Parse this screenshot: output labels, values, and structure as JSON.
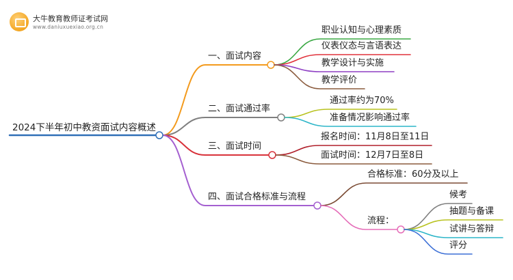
{
  "logo": {
    "title": "大牛教育教师证考试网",
    "subtitle": "www.daniuxuexiao.org.cn"
  },
  "mindmap": {
    "root": "2024下半年初中教资面试内容概述",
    "branches": [
      {
        "label": "一、面试内容",
        "color": "#f39a1c",
        "children": [
          {
            "label": "职业认知与心理素质",
            "color": "#3aa843"
          },
          {
            "label": "仪表仪态与言语表达",
            "color": "#e0303a"
          },
          {
            "label": "教学设计与实施",
            "color": "#8e3fc4"
          },
          {
            "label": "教学评价",
            "color": "#8a5a3c"
          }
        ]
      },
      {
        "label": "二、面试通过率",
        "color": "#7f7f7f",
        "children": [
          {
            "label": "通过率约为70%",
            "color": "#b8c21e"
          },
          {
            "label": "准备情况影响通过率",
            "color": "#2bb5c8"
          }
        ]
      },
      {
        "label": "三、面试时间",
        "color": "#d8313a",
        "children": [
          {
            "label": "报名时间：11月8日至11日",
            "color": "#b01f2a"
          },
          {
            "label": "面试时间：12月7日至8日",
            "color": "#8a5a3c"
          }
        ]
      },
      {
        "label": "四、面试合格标准与流程",
        "color": "#a45fd0",
        "children": [
          {
            "label": "合格标准：60分及以上",
            "color": "#7a4a33"
          },
          {
            "label": "流程：",
            "color": "#e56db8",
            "children": [
              {
                "label": "候考",
                "color": "#7f7f7f"
              },
              {
                "label": "抽题与备课",
                "color": "#b8c21e"
              },
              {
                "label": "试讲与答辩",
                "color": "#2bb5c8"
              },
              {
                "label": "评分",
                "color": "#3b6fd6"
              }
            ]
          }
        ]
      }
    ]
  }
}
